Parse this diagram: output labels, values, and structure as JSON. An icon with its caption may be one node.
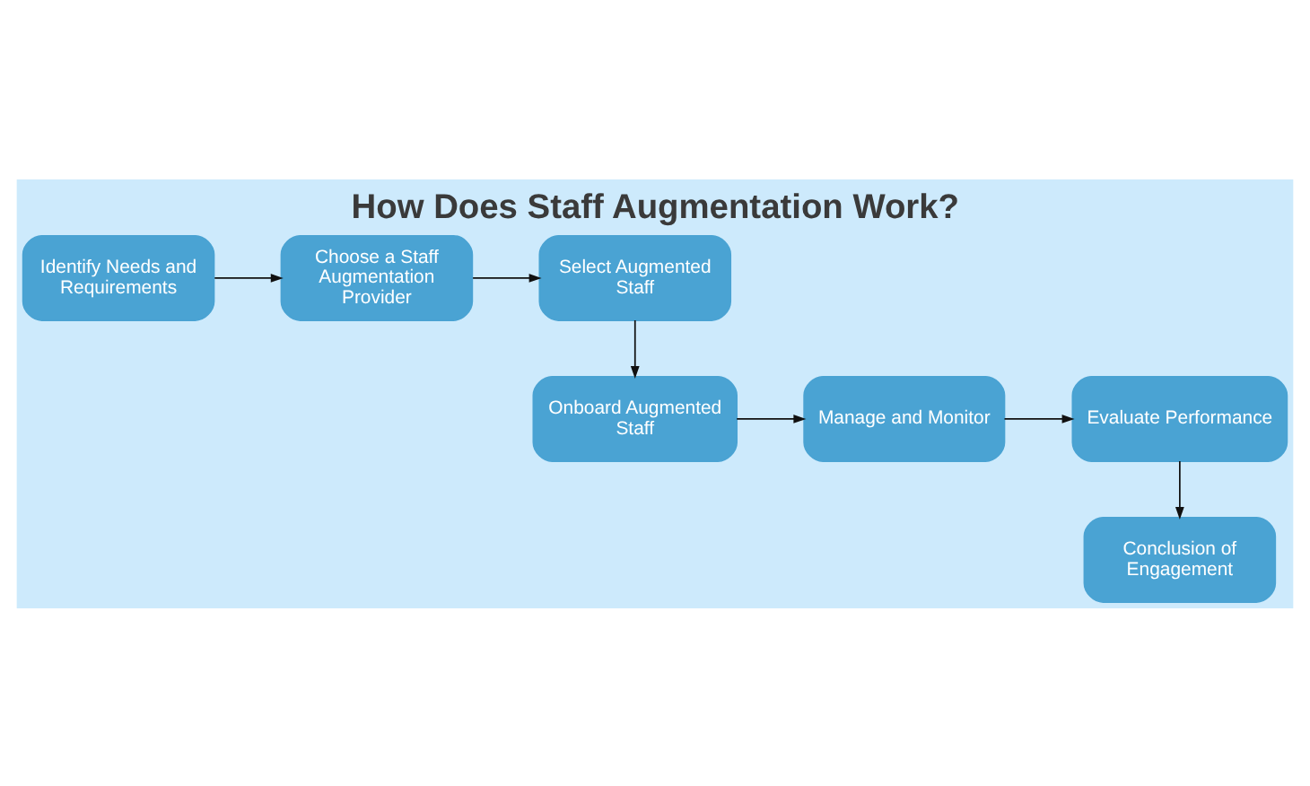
{
  "diagram": {
    "title": "How Does Staff Augmentation Work?",
    "nodes": [
      {
        "text": [
          "Identify Needs and Requirements"
        ]
      },
      {
        "text": [
          "Choose a Staff Augmentation Provider"
        ]
      },
      {
        "text": [
          "Select Augmented Staff"
        ]
      },
      {
        "text": [
          "Onboard Augmented Staff"
        ]
      },
      {
        "text": [
          "Manage and Monitor"
        ]
      },
      {
        "text": [
          "Evaluate Performance"
        ]
      },
      {
        "text": [
          "Conclusion of Engagement"
        ]
      }
    ],
    "edges": [
      {
        "from": 0,
        "to": 1,
        "arrow": "to"
      },
      {
        "from": 1,
        "to": 2,
        "arrow": "to"
      },
      {
        "from": 2,
        "to": 3,
        "arrow": "to"
      },
      {
        "from": 3,
        "to": 4,
        "arrow": "to"
      },
      {
        "from": 4,
        "to": 5,
        "arrow": "to"
      },
      {
        "from": 5,
        "to": 6,
        "arrow": "to"
      }
    ]
  }
}
